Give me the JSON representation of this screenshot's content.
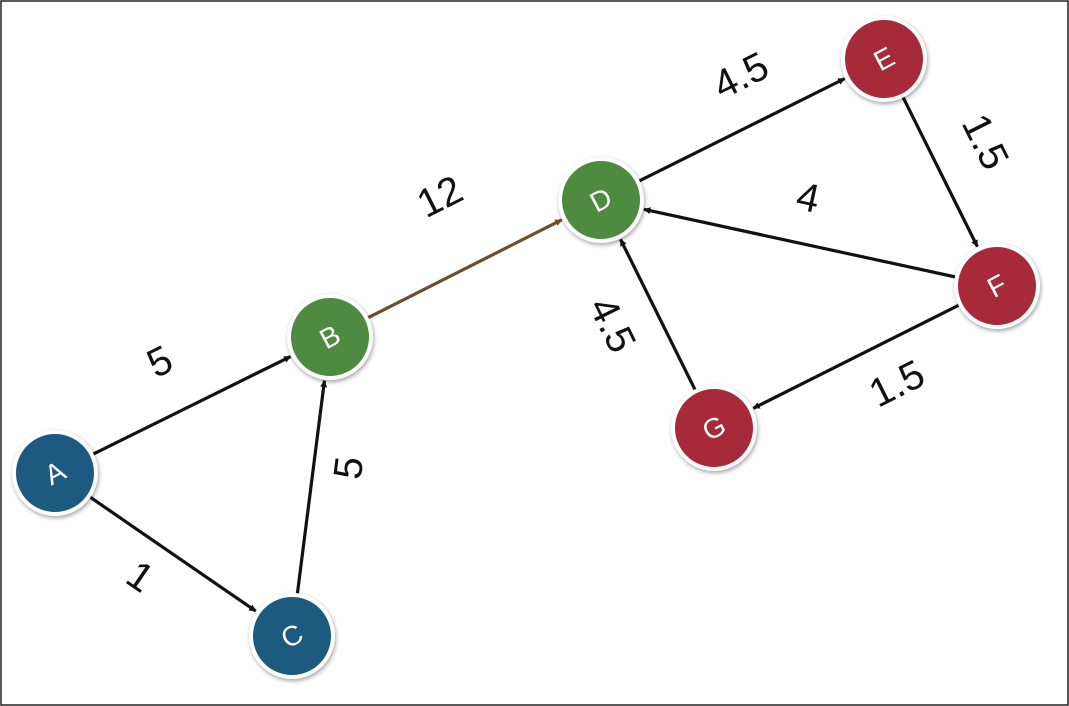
{
  "colors": {
    "blue": "#1d5a80",
    "green": "#4e8a3f",
    "red": "#a62a3a",
    "edge_default": "#111111",
    "edge_highlight": "#6b4f2e"
  },
  "nodes": [
    {
      "id": "A",
      "label": "A",
      "color": "blue"
    },
    {
      "id": "B",
      "label": "B",
      "color": "green"
    },
    {
      "id": "C",
      "label": "C",
      "color": "blue"
    },
    {
      "id": "D",
      "label": "D",
      "color": "green"
    },
    {
      "id": "E",
      "label": "E",
      "color": "red"
    },
    {
      "id": "F",
      "label": "F",
      "color": "red"
    },
    {
      "id": "G",
      "label": "G",
      "color": "red"
    }
  ],
  "edges": [
    {
      "from": "A",
      "to": "B",
      "weight": "5",
      "color": "edge_default"
    },
    {
      "from": "A",
      "to": "C",
      "weight": "1",
      "color": "edge_default"
    },
    {
      "from": "C",
      "to": "B",
      "weight": "5",
      "color": "edge_default"
    },
    {
      "from": "B",
      "to": "D",
      "weight": "12",
      "color": "edge_highlight"
    },
    {
      "from": "D",
      "to": "E",
      "weight": "4.5",
      "color": "edge_default"
    },
    {
      "from": "E",
      "to": "F",
      "weight": "1.5",
      "color": "edge_default"
    },
    {
      "from": "F",
      "to": "D",
      "weight": "4",
      "color": "edge_default"
    },
    {
      "from": "F",
      "to": "G",
      "weight": "1.5",
      "color": "edge_default"
    },
    {
      "from": "G",
      "to": "D",
      "weight": "4.5",
      "color": "edge_default"
    }
  ]
}
